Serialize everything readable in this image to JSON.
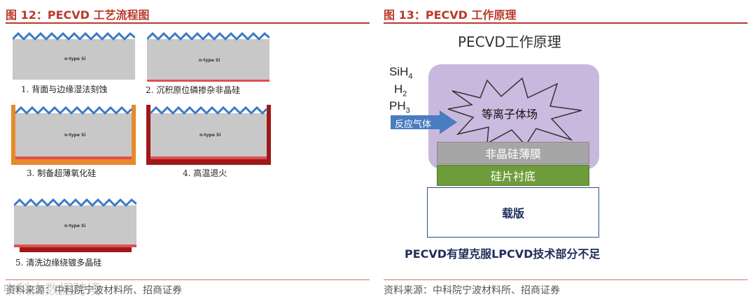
{
  "left_figure": {
    "title": "图 12：PECVD 工艺流程图",
    "wafer_label": "n-type Si",
    "steps": [
      {
        "caption": "1. 背面与边缘湿法刻蚀"
      },
      {
        "caption": "2. 沉积原位磷掺杂非晶硅"
      },
      {
        "caption": "3. 制备超薄氧化硅"
      },
      {
        "caption": "4. 高温退火"
      },
      {
        "caption": "5. 清洗边缘绕镀多晶硅"
      }
    ],
    "source": "资料来源：中科院宁波材料所、招商证券"
  },
  "right_figure": {
    "title": "图 13：PECVD 工作原理",
    "diagram_title": "PECVD工作原理",
    "gases": [
      "SiH4",
      "H2",
      "PH3"
    ],
    "gas_arrow_label": "反应气体",
    "plasma_label": "等离子体场",
    "layers": {
      "amorphous": "非晶硅薄膜",
      "substrate": "硅片衬底",
      "carrier": "载版"
    },
    "note": "PECVD有望克服LPCVD技术部分不足",
    "source": "资料来源：中科院宁波材料所、招商证券"
  },
  "colors": {
    "accent": "#b83a2b",
    "plasma_bg": "#c9b8de",
    "amorphous_layer": "#a6a6a6",
    "substrate_layer": "#6e9c3a",
    "carrier_border": "#2e4f8a",
    "arrow": "#4a7cc0"
  },
  "watermark": "中科大数据跨境"
}
